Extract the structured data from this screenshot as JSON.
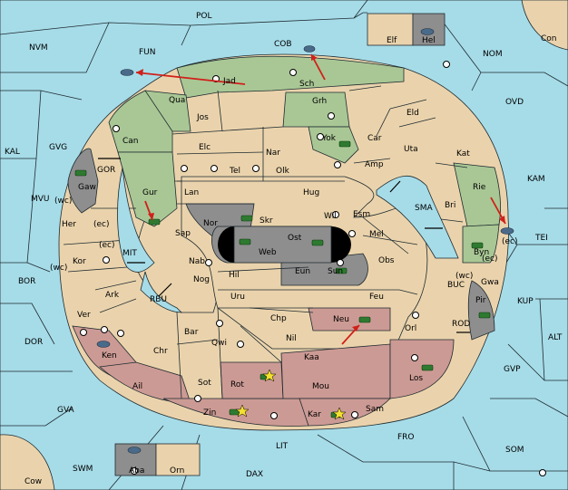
{
  "map": {
    "colors": {
      "sea": "#a6dce8",
      "neutral": "#ead3ac",
      "green": "#a9c795",
      "rose": "#cc9a94",
      "grey": "#8e8e8e",
      "order": "#d0201a",
      "fleet": "#4a6a8a",
      "army": "#2e7a30"
    },
    "sea_labels": [
      "POL",
      "NVM",
      "FUN",
      "COB",
      "NOM",
      "Con",
      "OVD",
      "GVG",
      "KAL",
      "GOR",
      "KAM",
      "MVU",
      "SMA",
      "TEI",
      "MIT",
      "BOR",
      "RBU",
      "BUC",
      "KUP",
      "ROD",
      "DOR",
      "ALT",
      "GVP",
      "GVA",
      "FRO",
      "SOM",
      "LIT",
      "SWM",
      "DAX",
      "Cow"
    ],
    "land_labels": [
      "Elf",
      "Hel",
      "Jad",
      "Sch",
      "Qua",
      "Grh",
      "Eld",
      "Jos",
      "Can",
      "Yok",
      "Car",
      "Uta",
      "Elc",
      "Nar",
      "Kat",
      "Tel",
      "Olk",
      "Amp",
      "Gaw",
      "Gur",
      "Lan",
      "Hug",
      "Rie",
      "Bri",
      "Nor",
      "Esm",
      "Wil",
      "Her",
      "(wc)",
      "(ec)",
      "Sap",
      "Skr",
      "Ost",
      "Mel",
      "Byn",
      "(ec)",
      "Web",
      "Kor",
      "(wc)",
      "Nab",
      "Obs",
      "(wc)",
      "Gwa",
      "Eun",
      "Sun",
      "Ark",
      "Hil",
      "Nog",
      "(ec)",
      "Uru",
      "Feu",
      "Pir",
      "Ver",
      "Chp",
      "Neu",
      "Bar",
      "Qwi",
      "Nil",
      "Orl",
      "Ken",
      "Chr",
      "Kaa",
      "Los",
      "Ail",
      "Sot",
      "Rot",
      "Mou",
      "Zin",
      "Kar",
      "Sam",
      "Aba",
      "Orn",
      "(ec)"
    ]
  }
}
